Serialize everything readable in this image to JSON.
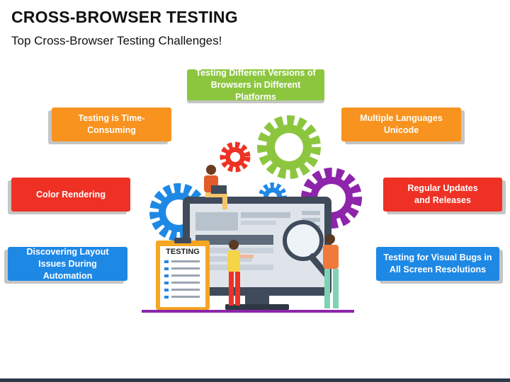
{
  "header": {
    "title": "CROSS-BROWSER TESTING",
    "subtitle": "Top Cross-Browser Testing Challenges!"
  },
  "challenges": [
    {
      "id": "versions",
      "text": "Testing Different Versions of Browsers in Different Platforms",
      "color": "#8cc63f"
    },
    {
      "id": "time",
      "text": "Testing is Time-Consuming",
      "color": "#f7931e"
    },
    {
      "id": "languages",
      "text": "Multiple Languages Unicode",
      "color": "#f7931e"
    },
    {
      "id": "color",
      "text": "Color Rendering",
      "color": "#ee3124"
    },
    {
      "id": "updates",
      "text": "Regular Updates and Releases",
      "color": "#ee3124"
    },
    {
      "id": "layout",
      "text": "Discovering Layout Issues During Automation",
      "color": "#1e88e5"
    },
    {
      "id": "visual",
      "text": "Testing for Visual Bugs in All Screen Resolutions",
      "color": "#1e88e5"
    }
  ],
  "illustration": {
    "clipboard_label": "TESTING",
    "gear_colors": [
      "#1e88e5",
      "#ee3124",
      "#8cc63f",
      "#8e24aa"
    ]
  },
  "footer": {
    "bar_color": "#2b3a4a"
  }
}
